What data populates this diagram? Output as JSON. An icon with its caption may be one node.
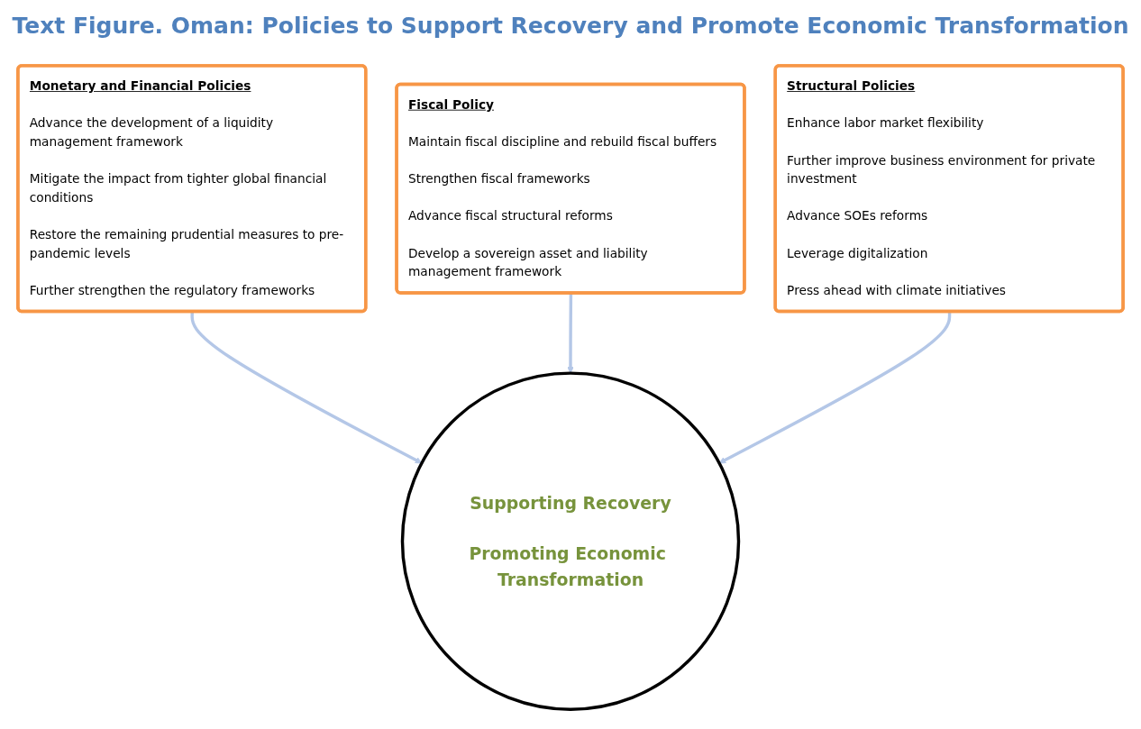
{
  "diagram": {
    "title": "Text Figure. Oman: Policies to Support Recovery and Promote Economic Transformation",
    "nodes": [
      {
        "text": [
          "Monetary and Financial Policies",
          "Advance the development of a liquidity management framework",
          "Mitigate the impact from tighter global financial conditions",
          "Restore the remaining prudential measures to pre-pandemic levels",
          "Further strengthen the regulatory frameworks"
        ]
      },
      {
        "text": [
          "Fiscal Policy",
          "Maintain fiscal discipline and rebuild fiscal buffers",
          "Strengthen fiscal frameworks",
          "Advance fiscal structural reforms",
          "Develop a sovereign asset and liability management framework"
        ]
      },
      {
        "text": [
          "Structural Policies",
          "Enhance labor market flexibility",
          "Further improve business environment for private investment",
          "Advance SOEs reforms",
          "Leverage digitalization",
          "Press ahead with climate initiatives"
        ]
      },
      {
        "text": [
          "Supporting Recovery",
          "Promoting Economic Transformation"
        ]
      }
    ],
    "edges": [
      {
        "from": 0,
        "to": 3,
        "arrow": "to"
      },
      {
        "from": 1,
        "to": 3,
        "arrow": "to"
      },
      {
        "from": 2,
        "to": 3,
        "arrow": "to"
      }
    ]
  }
}
